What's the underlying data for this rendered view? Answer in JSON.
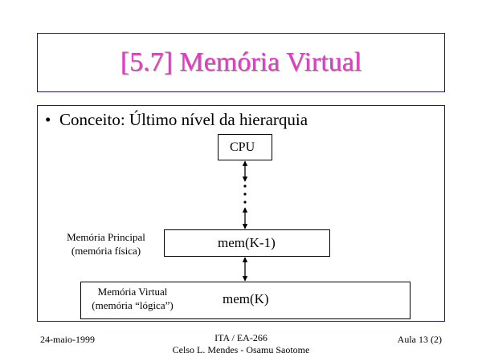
{
  "title": "[5.7] Memória Virtual",
  "bullet": {
    "symbol": "•",
    "text": "Conceito: Último nível da hierarquia"
  },
  "diagram": {
    "cpu_label": "CPU",
    "level_k_minus_1_label": "mem(K-1)",
    "level_k_label": "mem(K)",
    "main_memory_label_line1": "Memória Principal",
    "main_memory_label_line2": "(memória física)",
    "virtual_memory_label_line1": "Memória Virtual",
    "virtual_memory_label_line2": "(memória “lógica”)"
  },
  "footer": {
    "date": "24-maio-1999",
    "course": "ITA / EA-266",
    "authors": "Celso L. Mendes - Osamu Saotome",
    "lesson": "Aula 13 (2)"
  },
  "colors": {
    "title": "#e43bc4",
    "frame": "#1a1a8c"
  }
}
